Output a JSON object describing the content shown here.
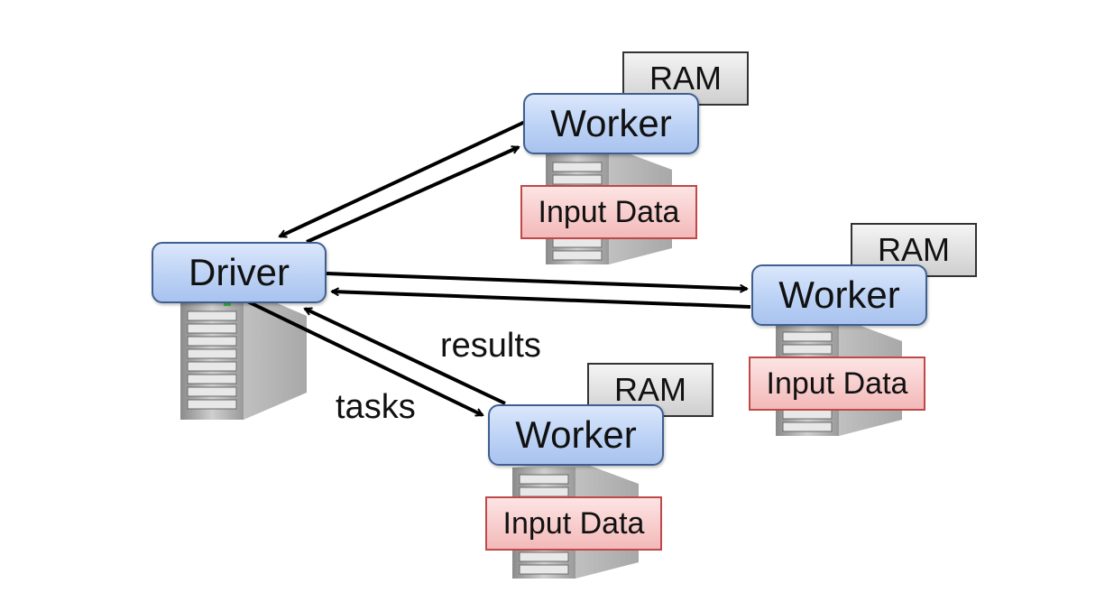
{
  "driver": {
    "label": "Driver"
  },
  "workers": [
    {
      "label": "Worker",
      "memory_label": "RAM",
      "data_label": "Input Data"
    },
    {
      "label": "Worker",
      "memory_label": "RAM",
      "data_label": "Input Data"
    },
    {
      "label": "Worker",
      "memory_label": "RAM",
      "data_label": "Input Data"
    }
  ],
  "edges": {
    "tasks_label": "tasks",
    "results_label": "results"
  },
  "colors": {
    "role_fill": "#bcd2f5",
    "role_border": "#3f5f8f",
    "ram_fill": "#e0e0e0",
    "input_fill": "#f7caca",
    "input_border": "#c04848",
    "arrow": "#000000"
  }
}
